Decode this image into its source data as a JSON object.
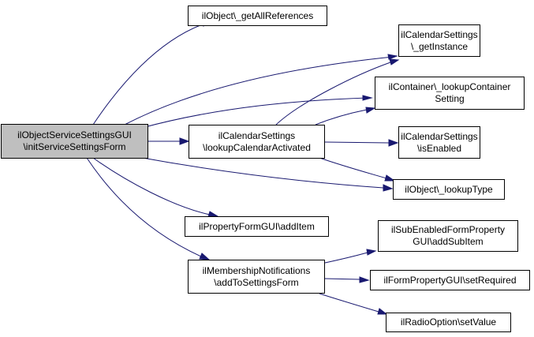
{
  "diagram": {
    "type": "call-graph",
    "colors": {
      "edge": "#191970",
      "root_fill": "#bfbfbf",
      "node_fill": "#ffffff",
      "border": "#000000"
    },
    "nodes": {
      "root": {
        "line1": "ilObjectServiceSettingsGUI",
        "line2": "\\initServiceSettingsForm"
      },
      "getAllReferences": {
        "line1": "ilObject\\_getAllReferences"
      },
      "getInstance": {
        "line1": "ilCalendarSettings",
        "line2": "\\_getInstance"
      },
      "lookupContainerSetting": {
        "line1": "ilContainer\\_lookupContainer",
        "line2": "Setting"
      },
      "lookupCalendarActivated": {
        "line1": "ilCalendarSettings",
        "line2": "\\lookupCalendarActivated"
      },
      "isEnabled": {
        "line1": "ilCalendarSettings",
        "line2": "\\isEnabled"
      },
      "lookupType": {
        "line1": "ilObject\\_lookupType"
      },
      "addItem": {
        "line1": "ilPropertyFormGUI\\addItem"
      },
      "addToSettingsForm": {
        "line1": "ilMembershipNotifications",
        "line2": "\\addToSettingsForm"
      },
      "addSubItem": {
        "line1": "ilSubEnabledFormProperty",
        "line2": "GUI\\addSubItem"
      },
      "setRequired": {
        "line1": "ilFormPropertyGUI\\setRequired"
      },
      "setValue": {
        "line1": "ilRadioOption\\setValue"
      }
    },
    "edges": [
      [
        "root",
        "getAllReferences"
      ],
      [
        "root",
        "getInstance"
      ],
      [
        "root",
        "lookupContainerSetting"
      ],
      [
        "root",
        "lookupCalendarActivated"
      ],
      [
        "root",
        "lookupType"
      ],
      [
        "root",
        "addItem"
      ],
      [
        "root",
        "addToSettingsForm"
      ],
      [
        "lookupCalendarActivated",
        "getInstance"
      ],
      [
        "lookupCalendarActivated",
        "lookupContainerSetting"
      ],
      [
        "lookupCalendarActivated",
        "isEnabled"
      ],
      [
        "lookupCalendarActivated",
        "lookupType"
      ],
      [
        "addToSettingsForm",
        "addSubItem"
      ],
      [
        "addToSettingsForm",
        "setRequired"
      ],
      [
        "addToSettingsForm",
        "setValue"
      ]
    ]
  }
}
